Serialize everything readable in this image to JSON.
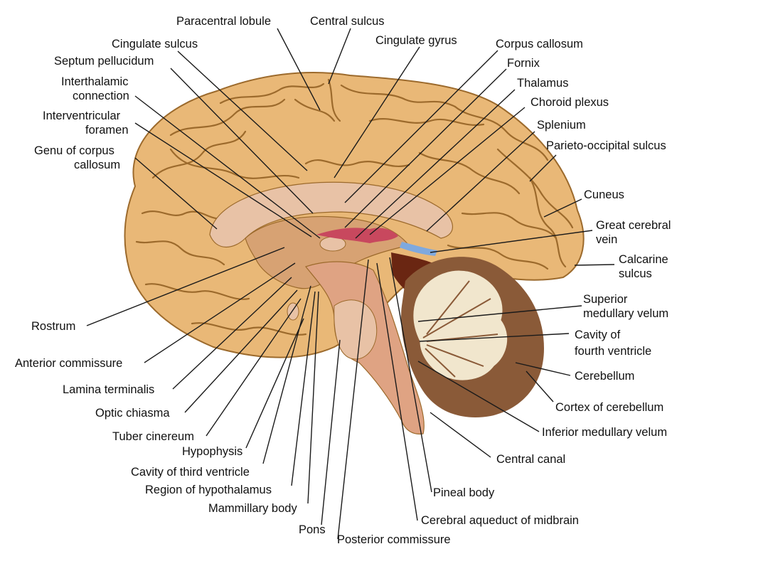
{
  "colors": {
    "brain": "#e9b877",
    "brain_stroke": "#9c6a2c",
    "inner": "#d7a273",
    "corpus": "#e8c2a6",
    "brainstem": "#dfa383",
    "cerebellum_white": "#f1e6cd",
    "cerebellum_cortex": "#8a5a38",
    "vein": "#7fa9de",
    "choroid": "#c8485e",
    "cavity": "#6a2612",
    "leader": "#1a1a1a"
  },
  "labels": {
    "paracentral_lobule": "Paracentral lobule",
    "central_sulcus": "Central sulcus",
    "cingulate_sulcus": "Cingulate sulcus",
    "cingulate_gyrus": "Cingulate gyrus",
    "corpus_callosum": "Corpus callosum",
    "septum_pellucidum": "Septum pellucidum",
    "fornix": "Fornix",
    "interthalamic_1": "Interthalamic",
    "interthalamic_2": "connection",
    "thalamus": "Thalamus",
    "choroid_plexus": "Choroid plexus",
    "interventricular_1": "Interventricular",
    "interventricular_2": "foramen",
    "splenium": "Splenium",
    "genu_1": "Genu of corpus",
    "genu_2": "callosum",
    "parieto_occipital": "Parieto-occipital sulcus",
    "cuneus": "Cuneus",
    "great_vein_1": "Great cerebral",
    "great_vein_2": "vein",
    "calcarine_1": "Calcarine",
    "calcarine_2": "sulcus",
    "superior_velum_1": "Superior",
    "superior_velum_2": "medullary velum",
    "rostrum": "Rostrum",
    "fourth_ventricle_1": "Cavity of",
    "fourth_ventricle_2": "fourth ventricle",
    "anterior_commissure": "Anterior commissure",
    "cerebellum": "Cerebellum",
    "lamina_terminalis": "Lamina terminalis",
    "cortex_cerebellum": "Cortex of cerebellum",
    "optic_chiasma": "Optic chiasma",
    "inferior_velum": "Inferior medullary velum",
    "tuber_cinereum": "Tuber cinereum",
    "hypophysis": "Hypophysis",
    "central_canal": "Central canal",
    "third_ventricle": "Cavity of third ventricle",
    "hypothalamus": "Region of hypothalamus",
    "pineal_body": "Pineal body",
    "mammillary_body": "Mammillary body",
    "cerebral_aqueduct": "Cerebral aqueduct of midbrain",
    "pons": "Pons",
    "posterior_commissure": "Posterior commissure"
  }
}
